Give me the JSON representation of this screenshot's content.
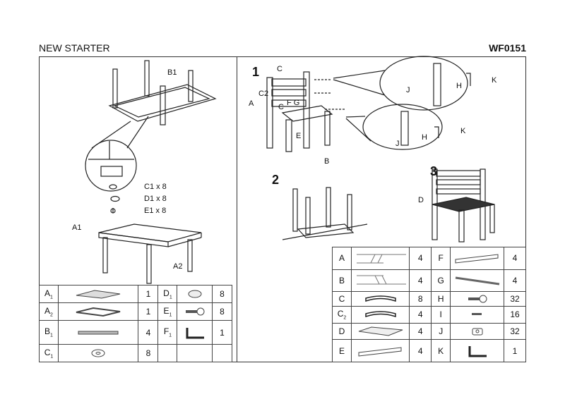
{
  "header": {
    "title": "NEW STARTER",
    "model": "WF0151"
  },
  "table_diagram": {
    "labels": {
      "b1": "B1",
      "c1": "C1 x 8",
      "d1": "D1 x 8",
      "e1": "E1 x 8",
      "a1": "A1",
      "a2": "A2"
    }
  },
  "chair_diagram": {
    "steps": [
      "1",
      "2",
      "3"
    ],
    "labels": {
      "c_top": "C",
      "c2": "C2",
      "a": "A",
      "c_low": "C",
      "fg": "F G",
      "e": "E",
      "b": "B",
      "j1": "J",
      "h1": "H",
      "k1": "K",
      "j2": "J",
      "h2": "H",
      "k2": "K",
      "d": "D"
    }
  },
  "table_parts": [
    {
      "left": {
        "code": "A1",
        "icon": "tabletop",
        "qty": "1"
      },
      "right": {
        "code": "D1",
        "icon": "washer-cap",
        "qty": "8"
      }
    },
    {
      "left": {
        "code": "A2",
        "icon": "frame",
        "qty": "1"
      },
      "right": {
        "code": "E1",
        "icon": "bolt",
        "qty": "8"
      }
    },
    {
      "left": {
        "code": "B1",
        "icon": "leg",
        "qty": "4"
      },
      "right": {
        "code": "F1",
        "icon": "allen-key",
        "qty": "1"
      }
    },
    {
      "left": {
        "code": "C1",
        "icon": "washer",
        "qty": "8"
      },
      "right": {
        "code": "",
        "icon": "",
        "qty": ""
      }
    }
  ],
  "chair_parts": [
    {
      "left": {
        "code": "A",
        "icon": "back-frame",
        "qty": "4"
      },
      "right": {
        "code": "F",
        "icon": "rail",
        "qty": "4"
      }
    },
    {
      "left": {
        "code": "B",
        "icon": "front-frame",
        "qty": "4"
      },
      "right": {
        "code": "G",
        "icon": "dowel",
        "qty": "4"
      }
    },
    {
      "left": {
        "code": "C",
        "icon": "backrest-slat",
        "qty": "8"
      },
      "right": {
        "code": "H",
        "icon": "bolt",
        "qty": "32"
      }
    },
    {
      "left": {
        "code": "C2",
        "icon": "backrest-slat",
        "qty": "4"
      },
      "right": {
        "code": "I",
        "icon": "screw",
        "qty": "16"
      }
    },
    {
      "left": {
        "code": "D",
        "icon": "seat",
        "qty": "4"
      },
      "right": {
        "code": "J",
        "icon": "barrel-nut",
        "qty": "32"
      }
    },
    {
      "left": {
        "code": "E",
        "icon": "rail",
        "qty": "4"
      },
      "right": {
        "code": "K",
        "icon": "allen-key",
        "qty": "1"
      }
    }
  ]
}
